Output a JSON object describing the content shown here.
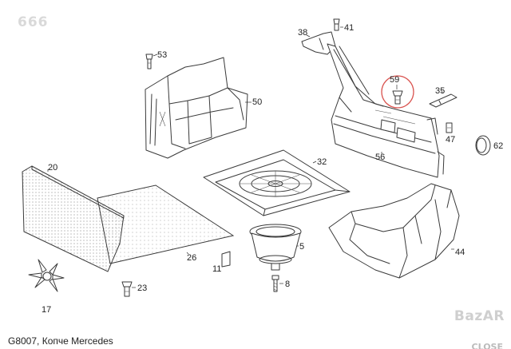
{
  "watermark": "666",
  "caption": "G8007, Копче Mercedes",
  "brand": "BazAR",
  "close_label": "CLOSE",
  "highlight_color": "#d9534f",
  "part_labels": {
    "p53": "53",
    "p50": "50",
    "p38": "38",
    "p41": "41",
    "p59": "59",
    "p35": "35",
    "p56": "56",
    "p47": "47",
    "p62": "62",
    "p20": "20",
    "p32": "32",
    "p26": "26",
    "p11": "11",
    "p5": "5",
    "p44": "44",
    "p17": "17",
    "p23": "23",
    "p8": "8"
  }
}
